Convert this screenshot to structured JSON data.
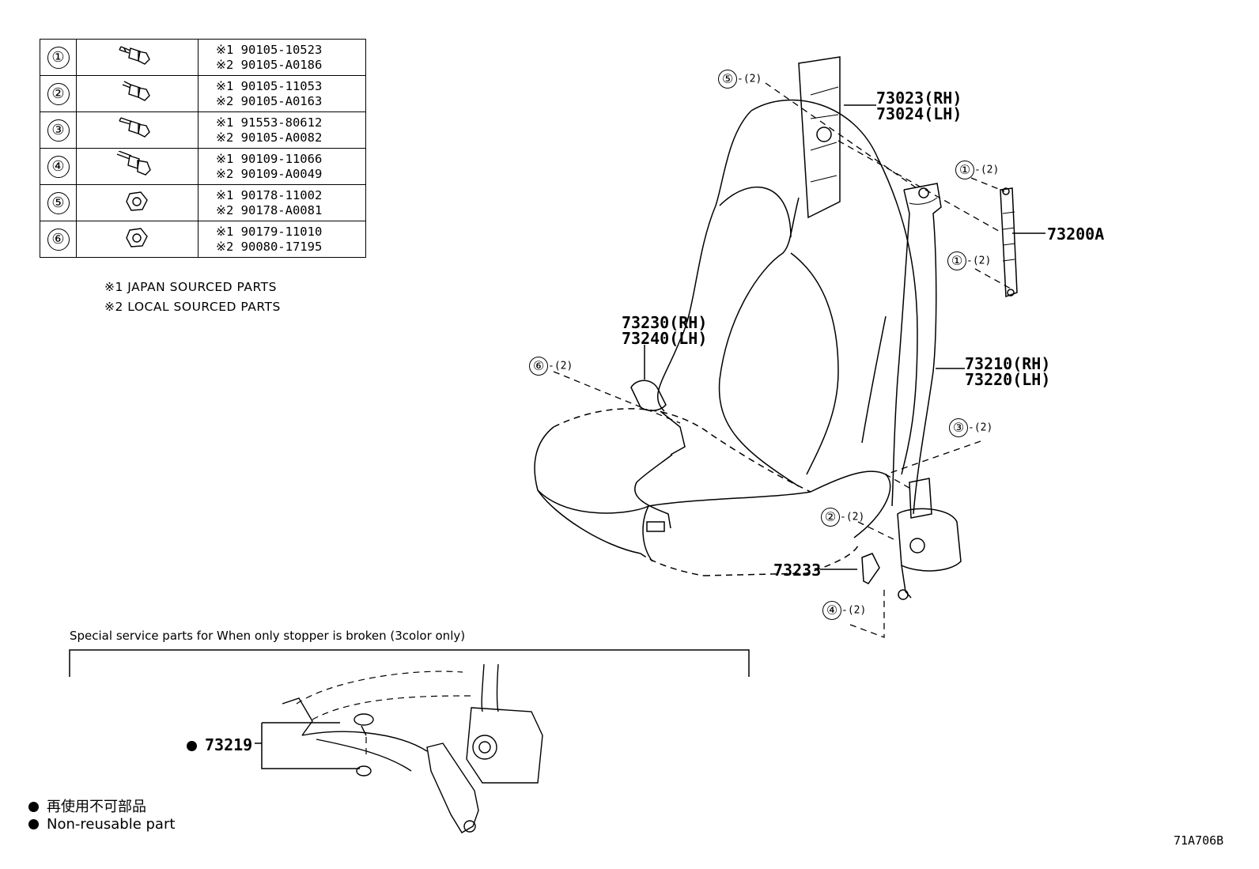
{
  "parts_table": [
    {
      "num": "①",
      "p1": "※1 90105-10523",
      "p2": "※2 90105-A0186",
      "icon": "bolt-icon"
    },
    {
      "num": "②",
      "p1": "※1 90105-11053",
      "p2": "※2 90105-A0163",
      "icon": "bolt-icon"
    },
    {
      "num": "③",
      "p1": "※1 91553-80612",
      "p2": "※2 90105-A0082",
      "icon": "bolt-icon"
    },
    {
      "num": "④",
      "p1": "※1 90109-11066",
      "p2": "※2 90109-A0049",
      "icon": "shoulder-bolt-icon"
    },
    {
      "num": "⑤",
      "p1": "※1 90178-11002",
      "p2": "※2 90178-A0081",
      "icon": "nut-icon"
    },
    {
      "num": "⑥",
      "p1": "※1 90179-11010",
      "p2": "※2 90080-17195",
      "icon": "nut-icon"
    }
  ],
  "notes": [
    "※1  JAPAN SOURCED PARTS",
    "※2  LOCAL SOURCED PARTS"
  ],
  "labels": {
    "l73023": "73023(RH)",
    "l73024": "73024(LH)",
    "l73200a": "73200A",
    "l73230": "73230(RH)",
    "l73240": "73240(LH)",
    "l73210": "73210(RH)",
    "l73220": "73220(LH)",
    "l73233": "73233",
    "l73219": "73219"
  },
  "callouts": [
    {
      "num": "⑤",
      "qty": "-(2)"
    },
    {
      "num": "①",
      "qty": "-(2)"
    },
    {
      "num": "①",
      "qty": "-(2)"
    },
    {
      "num": "⑥",
      "qty": "-(2)"
    },
    {
      "num": "③",
      "qty": "-(2)"
    },
    {
      "num": "②",
      "qty": "-(2)"
    },
    {
      "num": "④",
      "qty": "-(2)"
    }
  ],
  "special_parts_title": "Special service parts for When only stopper is broken (3color only)",
  "legend": [
    "再使用不可部品",
    "Non-reusable part"
  ],
  "diagram_code": "71A706B"
}
